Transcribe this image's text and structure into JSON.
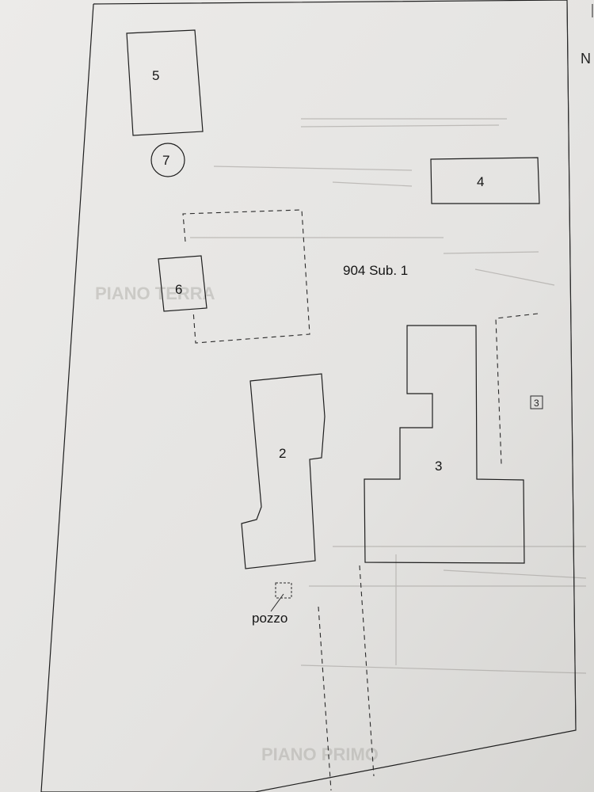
{
  "labels": {
    "building_5": "5",
    "building_7": "7",
    "building_4": "4",
    "parcel": "904 Sub. 1",
    "building_6": "6",
    "building_2": "2",
    "building_3": "3",
    "small_3": "3",
    "pozzo": "pozzo",
    "north": "N"
  },
  "colors": {
    "paper": "#e6e6e4",
    "ink": "#1e1e1e",
    "background": "#c9c7c3"
  }
}
